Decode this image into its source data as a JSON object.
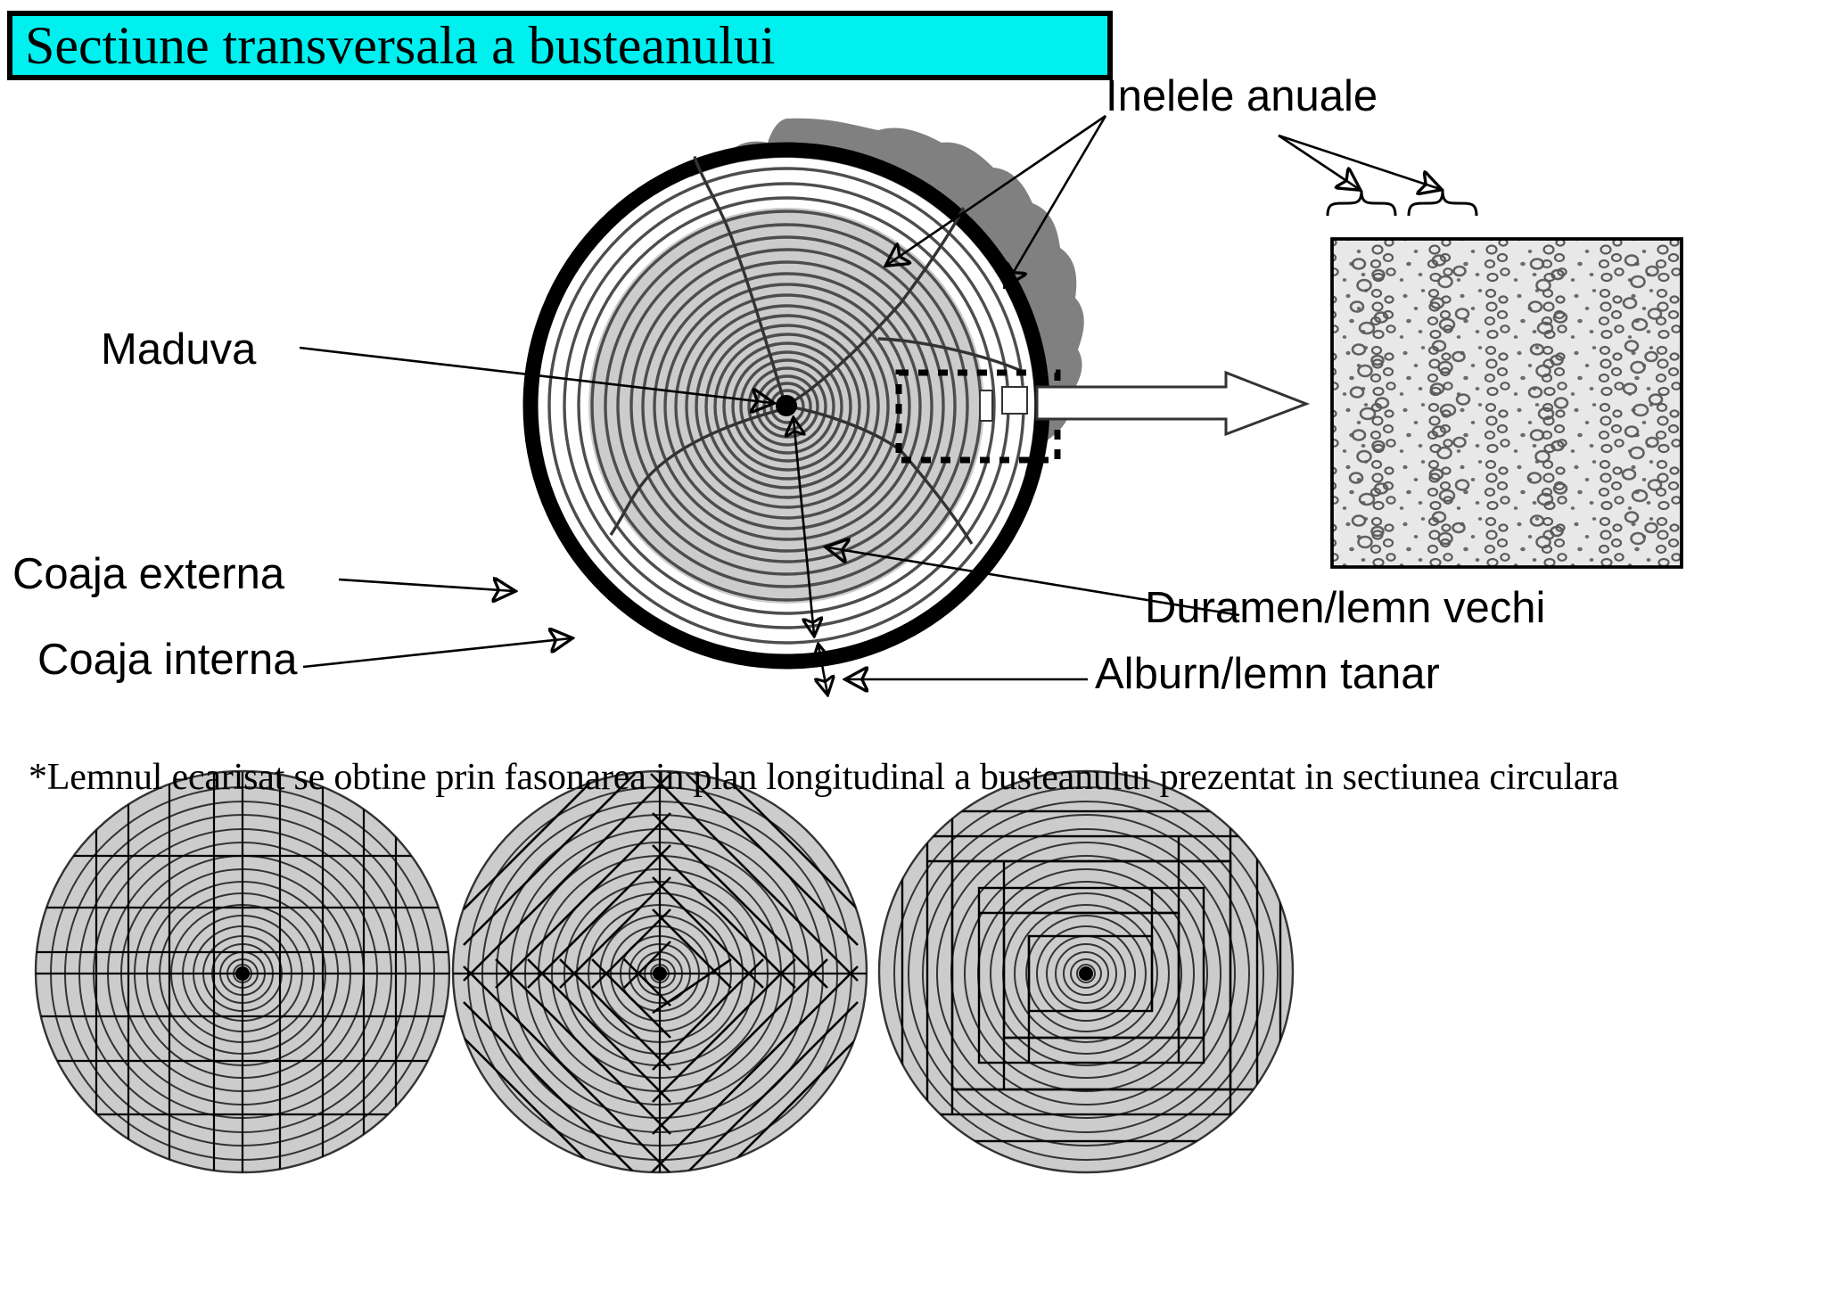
{
  "title": {
    "text": "Sectiune transversala a busteanului",
    "bg_color": "#00F0F0",
    "border_color": "#000000"
  },
  "labels": {
    "annual_rings": "Inelele anuale",
    "pith": "Maduva",
    "outer_bark": "Coaja externa",
    "inner_bark": "Coaja interna",
    "heartwood": "Duramen/lemn vechi",
    "sapwood": "Alburn/lemn tanar"
  },
  "caption": {
    "text": "*Lemnul ecarisat se obtine prin fasonarea in plan longitudinal a busteanului prezentat in sectiunea circulara"
  },
  "main_diagram": {
    "name": "log-cross-section",
    "outer_bark_color": "#808080",
    "inner_bark_color": "#000000",
    "sapwood_color": "#FFFFFF",
    "heartwood_color": "#CCCCCC",
    "ring_color": "#4D4D4D",
    "pith_color": "#000000",
    "ring_count": 22,
    "callout_box_style": "dashed"
  },
  "micrograph": {
    "name": "wood-cell-magnification",
    "background_color": "#E6E6E6",
    "border_color": "#000000",
    "pore_color": "#595959",
    "brace_count": 2,
    "description": "magnified wood cell structure showing two annual rings"
  },
  "bottom_diagrams": [
    {
      "name": "sawing-pattern-through-and-through",
      "pattern": "orthogonal-grid",
      "fill_color": "#CCCCCC",
      "ring_count": 16
    },
    {
      "name": "sawing-pattern-quarter-sawn",
      "pattern": "radial-diagonal",
      "fill_color": "#CCCCCC",
      "ring_count": 16
    },
    {
      "name": "sawing-pattern-boxed-heart",
      "pattern": "nested-rectangles",
      "fill_color": "#CCCCCC",
      "ring_count": 16
    }
  ]
}
